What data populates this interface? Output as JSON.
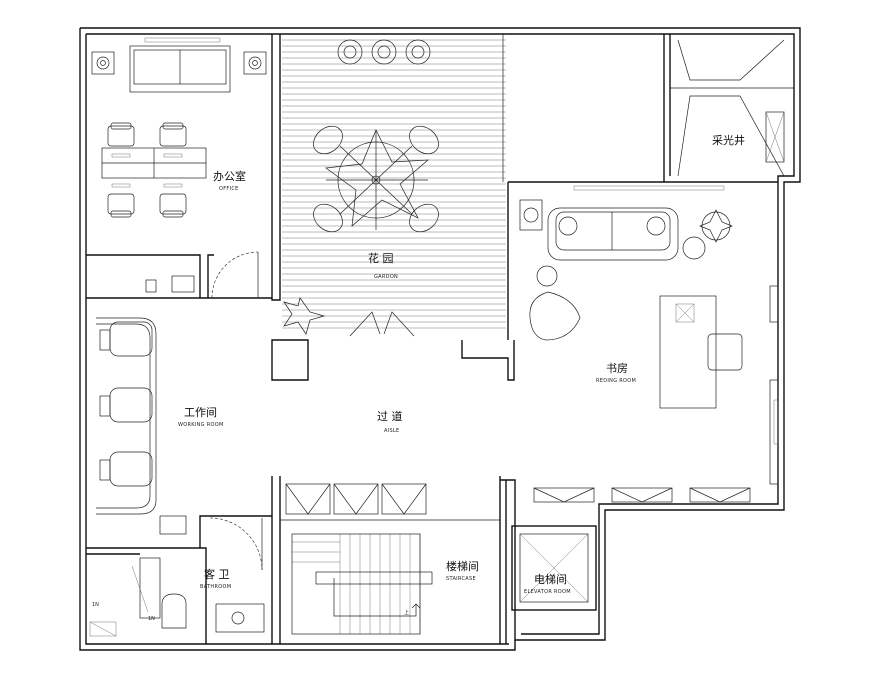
{
  "rooms": {
    "office": {
      "cn": "办公室",
      "en": "OFFICE"
    },
    "garden": {
      "cn": "花 园",
      "en": "GARDON"
    },
    "skylight": {
      "cn": "采光井"
    },
    "study": {
      "cn": "书房",
      "en": "REDING ROOM"
    },
    "working": {
      "cn": "工作间",
      "en": "WORKING ROOM"
    },
    "aisle": {
      "cn": "过 道",
      "en": "AISLE"
    },
    "bathroom": {
      "cn": "客 卫",
      "en": "BATHROOM"
    },
    "staircase": {
      "cn": "楼梯间",
      "en": "STAIRCASE"
    },
    "elevator": {
      "cn": "电梯间",
      "en": "ELEVATOR ROOM"
    }
  },
  "marks": {
    "stair_up": "上",
    "switch_a": "1N",
    "switch_b": "1N"
  }
}
